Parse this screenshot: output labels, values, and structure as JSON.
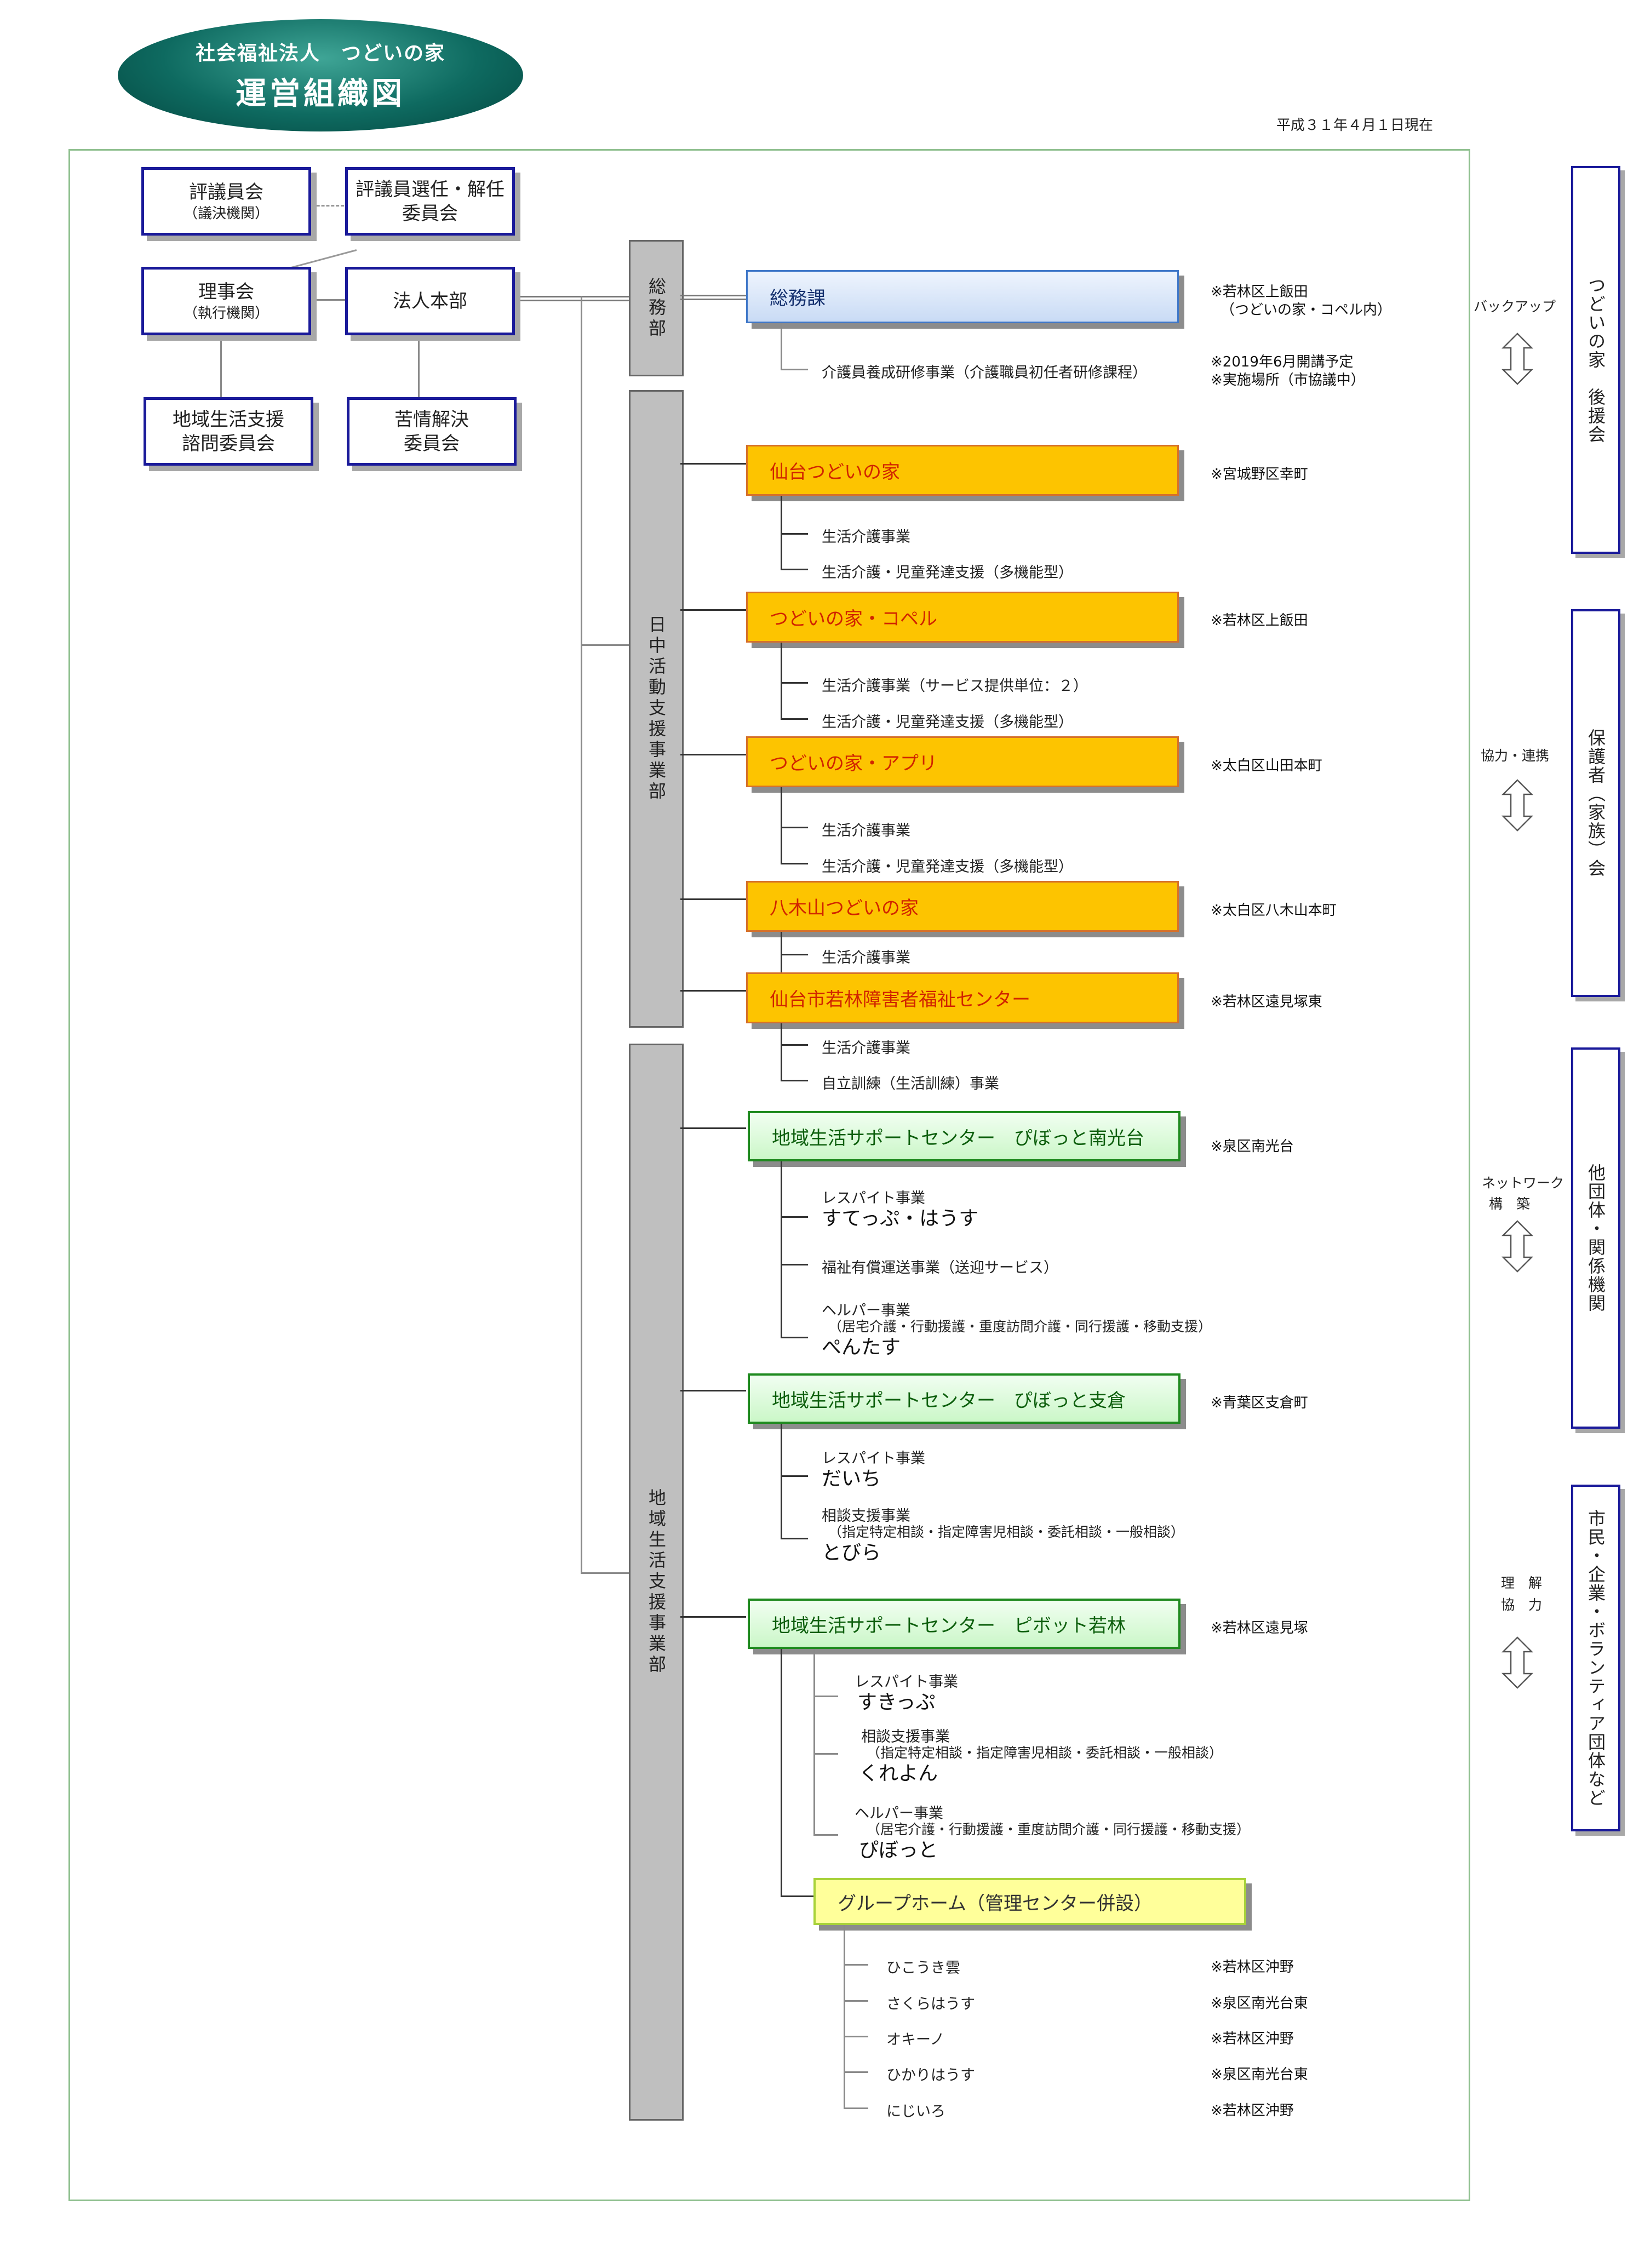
{
  "header": {
    "corp_line": "社会福祉法人　つどいの家",
    "title": "運営組織図",
    "date": "平成３１年４月１日現在"
  },
  "governance": {
    "council": {
      "main": "評議員会",
      "sub": "（議決機関）"
    },
    "selection_committee": {
      "line1": "評議員選任・解任",
      "line2": "委員会"
    },
    "board": {
      "main": "理事会",
      "sub": "（執行機関）"
    },
    "hq": {
      "main": "法人本部"
    },
    "regional_committee": {
      "line1": "地域生活支援",
      "line2": "諮問委員会"
    },
    "complaint_committee": {
      "line1": "苦情解決",
      "line2": "委員会"
    }
  },
  "departments": {
    "general": "総務部",
    "day": "日中活動支援事業部",
    "community": "地域生活支援事業部"
  },
  "general_affairs": {
    "unit": "総務課",
    "note1": "※若林区上飯田",
    "note2": "（つどいの家・コペル内）",
    "training": "介護員養成研修事業（介護職員初任者研修課程）",
    "training_note1": "※2019年6月開講予定",
    "training_note2": "※実施場所（市協議中）"
  },
  "day_units": [
    {
      "name": "仙台つどいの家",
      "note": "※宮城野区幸町",
      "items": [
        "生活介護事業",
        "生活介護・児童発達支援（多機能型）"
      ]
    },
    {
      "name": "つどいの家・コペル",
      "note": "※若林区上飯田",
      "items": [
        "生活介護事業（サービス提供単位：２）",
        "生活介護・児童発達支援（多機能型）"
      ]
    },
    {
      "name": "つどいの家・アプリ",
      "note": "※太白区山田本町",
      "items": [
        "生活介護事業",
        "生活介護・児童発達支援（多機能型）"
      ]
    },
    {
      "name": "八木山つどいの家",
      "note": "※太白区八木山本町",
      "items": [
        "生活介護事業"
      ]
    },
    {
      "name": "仙台市若林障害者福祉センター",
      "note": "※若林区遠見塚東",
      "items": [
        "生活介護事業",
        "自立訓練（生活訓練）事業"
      ]
    }
  ],
  "community_units": {
    "minamikodai": {
      "name": "地域生活サポートセンター　ぴぼっと南光台",
      "note": "※泉区南光台",
      "respite_label": "レスパイト事業",
      "respite_name": "すてっぷ・はうす",
      "transport": "福祉有償運送事業（送迎サービス）",
      "helper_label": "ヘルパー事業",
      "helper_detail": "（居宅介護・行動援護・重度訪問介護・同行援護・移動支援）",
      "helper_name": "ぺんたす"
    },
    "shikura": {
      "name": "地域生活サポートセンター　ぴぼっと支倉",
      "note": "※青葉区支倉町",
      "respite_label": "レスパイト事業",
      "respite_name": "だいち",
      "consult_label": "相談支援事業",
      "consult_detail": "（指定特定相談・指定障害児相談・委託相談・一般相談）",
      "consult_name": "とびら"
    },
    "wakabayashi": {
      "name": "地域生活サポートセンター　ピボット若林",
      "note": "※若林区遠見塚",
      "respite_label": "レスパイト事業",
      "respite_name": "すきっぷ",
      "consult_label": "相談支援事業",
      "consult_detail": "（指定特定相談・指定障害児相談・委託相談・一般相談）",
      "consult_name": "くれよん",
      "helper_label": "ヘルパー事業",
      "helper_detail": "（居宅介護・行動援護・重度訪問介護・同行援護・移動支援）",
      "helper_name": "ぴぼっと"
    }
  },
  "group_home": {
    "title": "グループホーム（管理センター併設）",
    "homes": [
      {
        "name": "ひこうき雲",
        "note": "※若林区沖野"
      },
      {
        "name": "さくらはうす",
        "note": "※泉区南光台東"
      },
      {
        "name": "オキーノ",
        "note": "※若林区沖野"
      },
      {
        "name": "ひかりはうす",
        "note": "※泉区南光台東"
      },
      {
        "name": "にじいろ",
        "note": "※若林区沖野"
      }
    ]
  },
  "external": [
    {
      "org": "つどいの家　後援会",
      "rel": [
        "バックアップ"
      ]
    },
    {
      "org": "保護者（家族）会",
      "rel": [
        "協力・連携"
      ]
    },
    {
      "org": "他団体・関係機関",
      "rel": [
        "ネットワーク",
        "構　築"
      ]
    },
    {
      "org": "市民・企業・ボランティア団体など",
      "rel": [
        "理　解",
        "協　力"
      ]
    }
  ],
  "colors": {
    "governance_border": "#1a1a9a",
    "general_unit": "#c9dbf5",
    "day_unit_fill": "#fdc400",
    "day_unit_text": "#d12400",
    "community_unit_fill": "#cbf7c8",
    "group_home_fill": "#ffff9a",
    "title_ellipse": "#0e6a60"
  },
  "icons": [
    "double-arrow-icon"
  ]
}
